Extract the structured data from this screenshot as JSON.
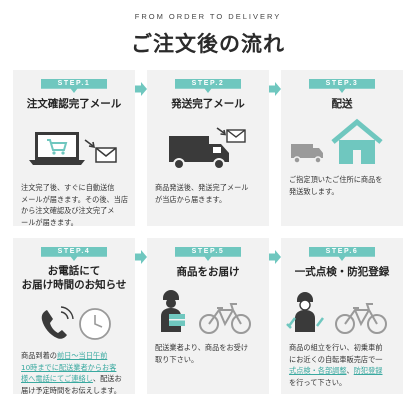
{
  "header": {
    "eyebrow": "FROM ORDER TO DELIVERY",
    "title": "ご注文後の流れ"
  },
  "colors": {
    "accent": "#6fc7bf",
    "card_bg": "#f2f2f2",
    "highlight": "#3aa9a0"
  },
  "steps": [
    {
      "badge": "STEP.1",
      "title": "注文確認完了メール",
      "icon": "laptop-cart-mail-icon",
      "desc": [
        "注文完了後、すぐに自動送信",
        "メールが届きます。その後、当店",
        "から注文確認及び注文完了メ",
        "ールが届きます。"
      ]
    },
    {
      "badge": "STEP.2",
      "title": "発送完了メール",
      "icon": "truck-mail-icon",
      "desc": [
        "商品発送後、発送完了メール",
        "が当店から届きます。"
      ]
    },
    {
      "badge": "STEP.3",
      "title": "配送",
      "icon": "truck-house-icon",
      "desc": [
        "ご指定頂いたご住所に商品を",
        "発送致します。"
      ]
    },
    {
      "badge": "STEP.4",
      "title_lines": [
        "お電話にて",
        "お届け時間のお知らせ"
      ],
      "icon": "phone-clock-icon",
      "desc_parts": [
        [
          "商品到着の",
          "前日～当日午前",
          "10時までに配送業者からお客",
          "様へ電話にてご連絡し",
          "、配送お",
          "届け予定時間をお伝えします。"
        ]
      ]
    },
    {
      "badge": "STEP.5",
      "title": "商品をお届け",
      "icon": "delivery-person-bicycle-icon",
      "desc": [
        "配送業者より、商品をお受け",
        "取り下さい。"
      ]
    },
    {
      "badge": "STEP.6",
      "title": "一式点検・防犯登録",
      "icon": "mechanic-bicycle-icon",
      "desc_parts": [
        [
          "商品の組立を行い、初乗車前",
          "にお近くの自転車販売店で一",
          "式点検・各部調整",
          "、",
          "防犯登録",
          "を行って下さい。"
        ]
      ]
    }
  ]
}
